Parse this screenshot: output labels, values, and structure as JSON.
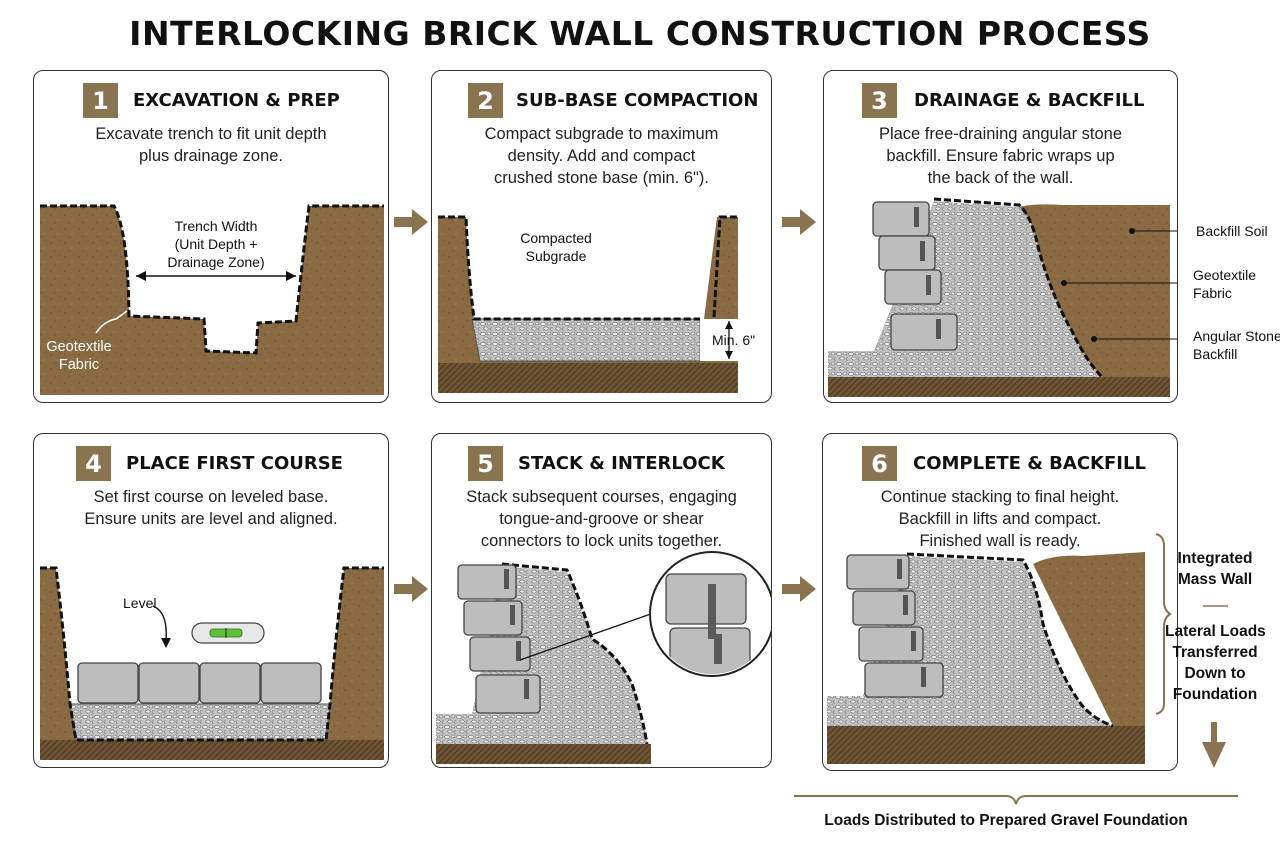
{
  "title": "INTERLOCKING BRICK WALL CONSTRUCTION PROCESS",
  "colors": {
    "badge": "#8a7351",
    "soil": "#8a6a43",
    "soil_dark": "#5e472c",
    "gravel": "#b7b7b7",
    "brick": "#bdbdbd",
    "arrow": "#8a7351",
    "level_green": "#5fbf3a"
  },
  "steps": [
    {
      "number": "1",
      "title": "EXCAVATION & PREP",
      "description": [
        "Excavate trench to fit unit depth",
        "plus drainage zone."
      ],
      "labels": {
        "trench_width": [
          "Trench Width",
          "(Unit Depth +",
          "Drainage Zone)"
        ],
        "geotextile": [
          "Geotextile",
          "Fabric"
        ]
      }
    },
    {
      "number": "2",
      "title": "SUB-BASE COMPACTION",
      "description": [
        "Compact subgrade to maximum",
        "density. Add and compact",
        "crushed stone base (min. 6\")."
      ],
      "labels": {
        "subgrade": [
          "Compacted",
          "Subgrade"
        ],
        "min_depth": "Min. 6\""
      }
    },
    {
      "number": "3",
      "title": "DRAINAGE & BACKFILL",
      "description": [
        "Place free-draining angular stone",
        "backfill. Ensure fabric wraps up",
        "the back of the wall."
      ],
      "labels": {
        "backfill_soil": "Backfill Soil",
        "geotextile": [
          "Geotextile",
          "Fabric"
        ],
        "angular_stone": [
          "Angular Stone",
          "Backfill"
        ]
      }
    },
    {
      "number": "4",
      "title": "PLACE FIRST COURSE",
      "description": [
        "Set first course on leveled base.",
        "Ensure units are level and aligned."
      ],
      "labels": {
        "level": "Level"
      }
    },
    {
      "number": "5",
      "title": "STACK & INTERLOCK",
      "description": [
        "Stack subsequent courses, engaging",
        "tongue-and-groove or shear",
        "connectors to lock units together."
      ]
    },
    {
      "number": "6",
      "title": "COMPLETE & BACKFILL",
      "description": [
        "Continue stacking to final height.",
        "Backfill in lifts and compact.",
        "Finished wall is ready."
      ]
    }
  ],
  "side_notes": {
    "mass_wall": [
      "Integrated",
      "Mass Wall"
    ],
    "lateral_loads": [
      "Lateral Loads",
      "Transferred",
      "Down to",
      "Foundation"
    ]
  },
  "bottom_note": "Loads Distributed to Prepared Gravel Foundation"
}
